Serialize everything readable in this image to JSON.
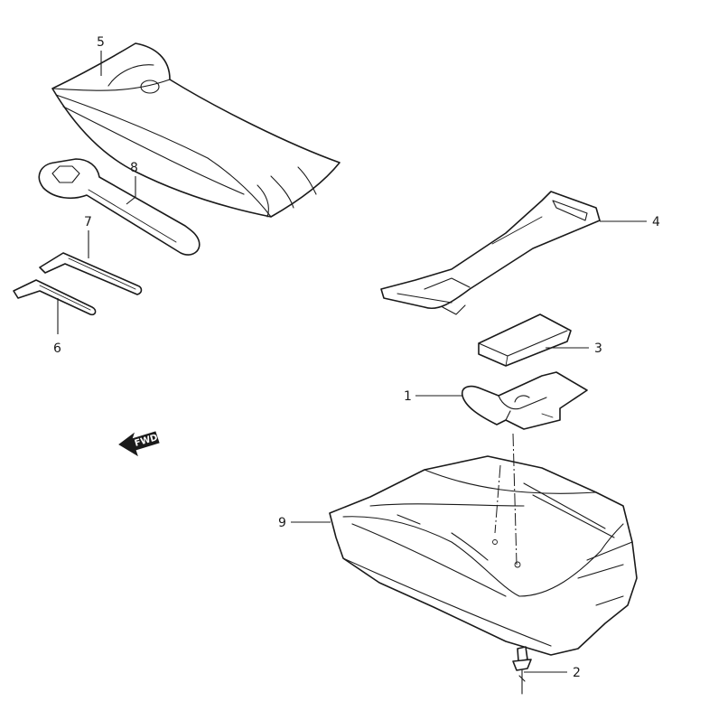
{
  "callouts": {
    "c1": "1",
    "c2": "2",
    "c3": "3",
    "c4": "4",
    "c5": "5",
    "c6": "6",
    "c7": "7",
    "c8": "8",
    "c9": "9"
  },
  "direction_arrow": {
    "label": "FWD"
  },
  "colors": {
    "line": "#1a1a1a",
    "background": "#ffffff"
  }
}
